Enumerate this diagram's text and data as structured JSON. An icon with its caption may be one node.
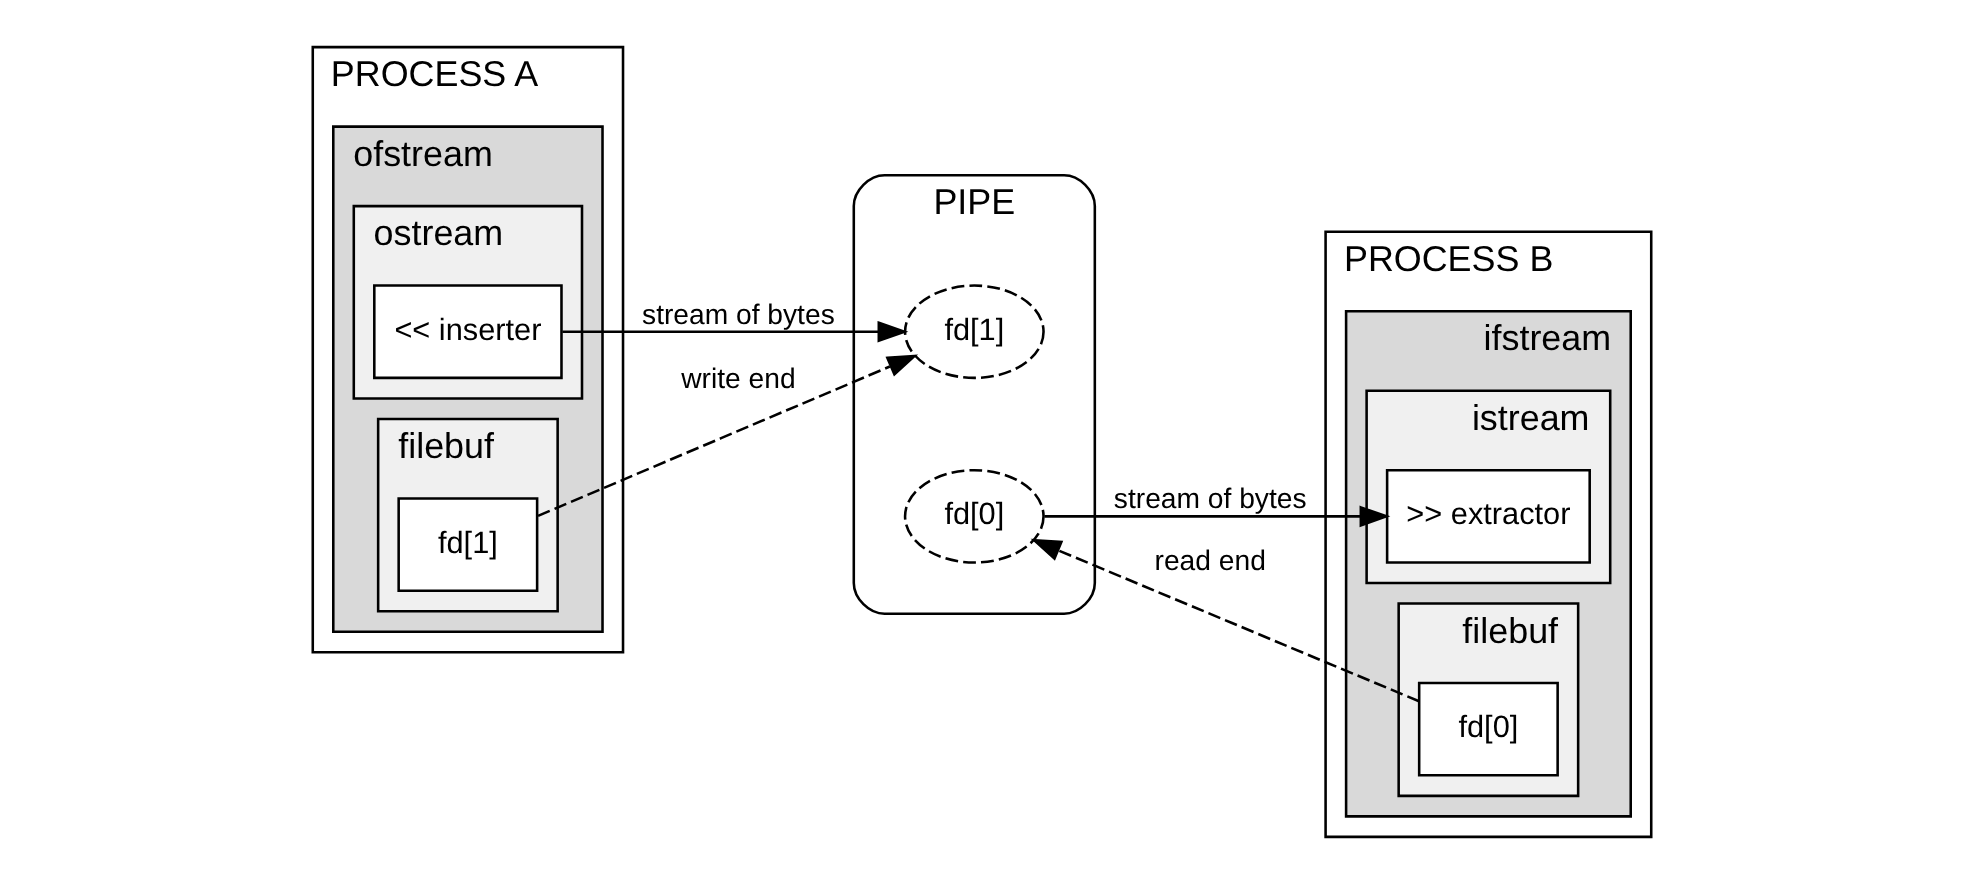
{
  "diagram": {
    "nodes": [
      {
        "text": [
          "PROCESS A"
        ]
      },
      {
        "text": [
          "ofstream"
        ],
        "in": 0
      },
      {
        "text": [
          "ostream"
        ],
        "in": 1
      },
      {
        "text": [
          "<< inserter"
        ],
        "in": 2
      },
      {
        "text": [
          "filebuf"
        ],
        "in": 1
      },
      {
        "text": [
          "fd[1]"
        ],
        "in": 4
      },
      {
        "text": [
          "PIPE"
        ]
      },
      {
        "text": [
          "fd[1]"
        ],
        "in": 6
      },
      {
        "text": [
          "fd[0]"
        ],
        "in": 6
      },
      {
        "text": [
          "PROCESS B"
        ]
      },
      {
        "text": [
          "ifstream"
        ],
        "in": 9
      },
      {
        "text": [
          "istream"
        ],
        "in": 10
      },
      {
        "text": [
          ">> extractor"
        ],
        "in": 11
      },
      {
        "text": [
          "filebuf"
        ],
        "in": 10
      },
      {
        "text": [
          "fd[0]"
        ],
        "in": 13
      }
    ],
    "edges": [
      {
        "from": 3,
        "to": 7,
        "arrow": "to",
        "label": "stream of bytes"
      },
      {
        "from": 8,
        "to": 12,
        "arrow": "to",
        "label": "stream of bytes"
      },
      {
        "from": 5,
        "to": 7,
        "arrow": "to",
        "style": "dashed",
        "label": "write end"
      },
      {
        "from": 14,
        "to": 8,
        "arrow": "to",
        "style": "dashed",
        "label": "read end"
      }
    ]
  }
}
